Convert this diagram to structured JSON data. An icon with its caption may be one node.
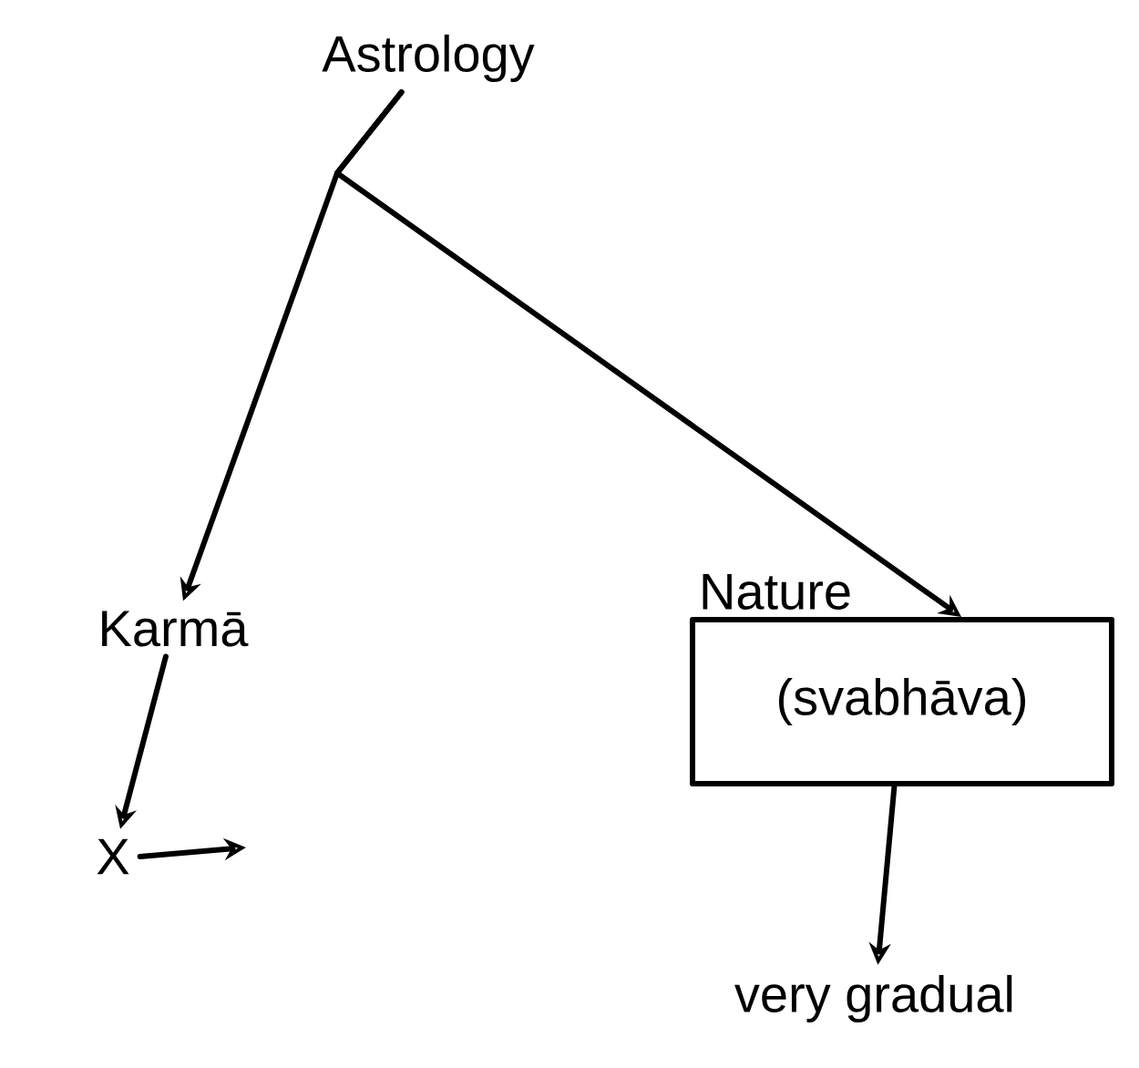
{
  "diagram": {
    "nodes": [
      {
        "text": [
          "Astrology"
        ]
      },
      {
        "text": [
          "Karmā"
        ]
      },
      {
        "text": [
          "X"
        ]
      },
      {
        "text": [
          "Nature",
          "(svabhāva)"
        ]
      },
      {
        "text": [
          "very gradual"
        ]
      }
    ],
    "edges": [
      {
        "from": 0,
        "to": 1,
        "arrow": "to"
      },
      {
        "from": 0,
        "to": 3,
        "arrow": "to"
      },
      {
        "from": 1,
        "to": 2,
        "arrow": "to"
      },
      {
        "from": 2,
        "to": null,
        "arrow": "to"
      },
      {
        "from": 3,
        "to": 4,
        "arrow": "to"
      }
    ]
  }
}
